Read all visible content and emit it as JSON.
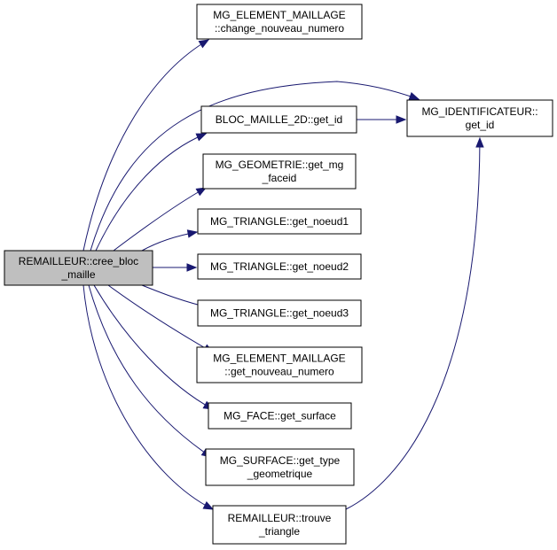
{
  "nodes": [
    {
      "id": "remailleur-cree-bloc-maille",
      "lines": [
        "REMAILLEUR::cree_bloc",
        "_maille"
      ],
      "root": true
    },
    {
      "id": "mg-element-maillage-change-nouveau-numero",
      "lines": [
        "MG_ELEMENT_MAILLAGE",
        "::change_nouveau_numero"
      ]
    },
    {
      "id": "bloc-maille-2d-get-id",
      "lines": [
        "BLOC_MAILLE_2D::get_id"
      ]
    },
    {
      "id": "mg-identificateur-get-id",
      "lines": [
        "MG_IDENTIFICATEUR::",
        "get_id"
      ]
    },
    {
      "id": "mg-geometrie-get-mg-faceid",
      "lines": [
        "MG_GEOMETRIE::get_mg",
        "_faceid"
      ]
    },
    {
      "id": "mg-triangle-get-noeud1",
      "lines": [
        "MG_TRIANGLE::get_noeud1"
      ]
    },
    {
      "id": "mg-triangle-get-noeud2",
      "lines": [
        "MG_TRIANGLE::get_noeud2"
      ]
    },
    {
      "id": "mg-triangle-get-noeud3",
      "lines": [
        "MG_TRIANGLE::get_noeud3"
      ]
    },
    {
      "id": "mg-element-maillage-get-nouveau-numero",
      "lines": [
        "MG_ELEMENT_MAILLAGE",
        "::get_nouveau_numero"
      ]
    },
    {
      "id": "mg-face-get-surface",
      "lines": [
        "MG_FACE::get_surface"
      ]
    },
    {
      "id": "mg-surface-get-type-geometrique",
      "lines": [
        "MG_SURFACE::get_type",
        "_geometrique"
      ]
    },
    {
      "id": "remailleur-trouve-triangle",
      "lines": [
        "REMAILLEUR::trouve",
        "_triangle"
      ]
    }
  ],
  "edges": [
    {
      "from": "remailleur-cree-bloc-maille",
      "to": "mg-element-maillage-change-nouveau-numero"
    },
    {
      "from": "remailleur-cree-bloc-maille",
      "to": "bloc-maille-2d-get-id"
    },
    {
      "from": "remailleur-cree-bloc-maille",
      "to": "mg-identificateur-get-id"
    },
    {
      "from": "remailleur-cree-bloc-maille",
      "to": "mg-geometrie-get-mg-faceid"
    },
    {
      "from": "remailleur-cree-bloc-maille",
      "to": "mg-triangle-get-noeud1"
    },
    {
      "from": "remailleur-cree-bloc-maille",
      "to": "mg-triangle-get-noeud2"
    },
    {
      "from": "remailleur-cree-bloc-maille",
      "to": "mg-triangle-get-noeud3"
    },
    {
      "from": "remailleur-cree-bloc-maille",
      "to": "mg-element-maillage-get-nouveau-numero"
    },
    {
      "from": "remailleur-cree-bloc-maille",
      "to": "mg-face-get-surface"
    },
    {
      "from": "remailleur-cree-bloc-maille",
      "to": "mg-surface-get-type-geometrique"
    },
    {
      "from": "remailleur-cree-bloc-maille",
      "to": "remailleur-trouve-triangle"
    },
    {
      "from": "bloc-maille-2d-get-id",
      "to": "mg-identificateur-get-id"
    },
    {
      "from": "remailleur-trouve-triangle",
      "to": "mg-identificateur-get-id"
    }
  ],
  "colors": {
    "edge": "#191970",
    "root_fill": "#bfbfbf",
    "node_fill": "#ffffff",
    "node_stroke": "#000000"
  }
}
